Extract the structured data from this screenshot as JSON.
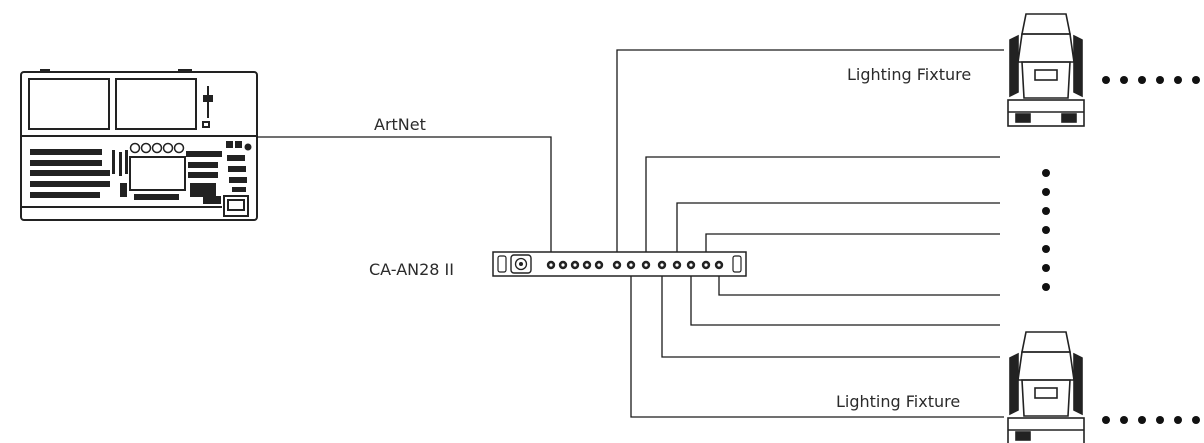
{
  "labels": {
    "protocol": "ArtNet",
    "node": "CA-AN28 II",
    "fixture_top": "Lighting Fixture",
    "fixture_bottom": "Lighting Fixture"
  },
  "colors": {
    "line": "#1a1a1a",
    "device_stroke": "#222222",
    "text": "#2b2b2b"
  },
  "icons": {
    "console": "lighting-console-icon",
    "node": "artnet-node-icon",
    "fixture": "moving-head-icon"
  },
  "node_outputs": 8
}
